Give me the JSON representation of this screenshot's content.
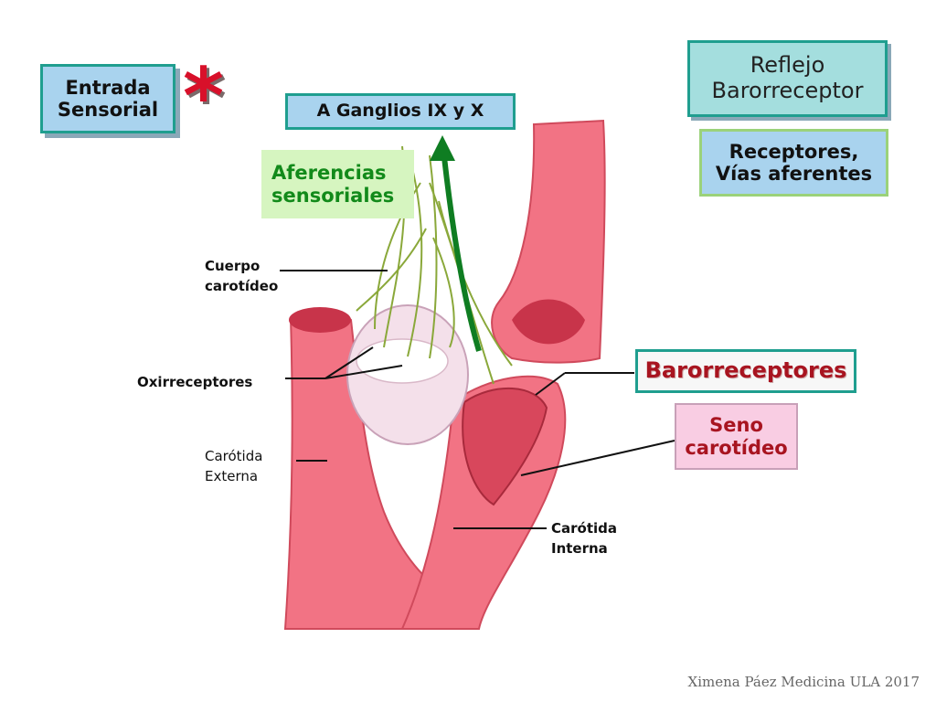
{
  "boxes": {
    "entrada": [
      "Entrada",
      "Sensorial"
    ],
    "ganglios": "A Ganglios IX y X",
    "aferencias": [
      "Aferencias",
      "sensoriales"
    ],
    "reflejo": [
      "Reflejo",
      "Barorreceptor"
    ],
    "receptores": [
      "Receptores,",
      "Vías aferentes"
    ],
    "barorreceptores": "Barorreceptores",
    "seno": [
      "Seno",
      "carotídeo"
    ]
  },
  "asterisk": "*",
  "labels": {
    "cuerpo": [
      "Cuerpo",
      "carotídeo"
    ],
    "oxirreceptores": "Oxirreceptores",
    "externa": [
      "Carótida",
      "Externa"
    ],
    "interna": [
      "Carótida",
      "Interna"
    ]
  },
  "credit": "Ximena Páez Medicina ULA 2017",
  "colors": {
    "artery": "#f26b7c",
    "artery_dark": "#c8344a",
    "nerve": "#8aa83a",
    "arrow": "#0f7d22",
    "box_border": "#1f9e8f"
  }
}
